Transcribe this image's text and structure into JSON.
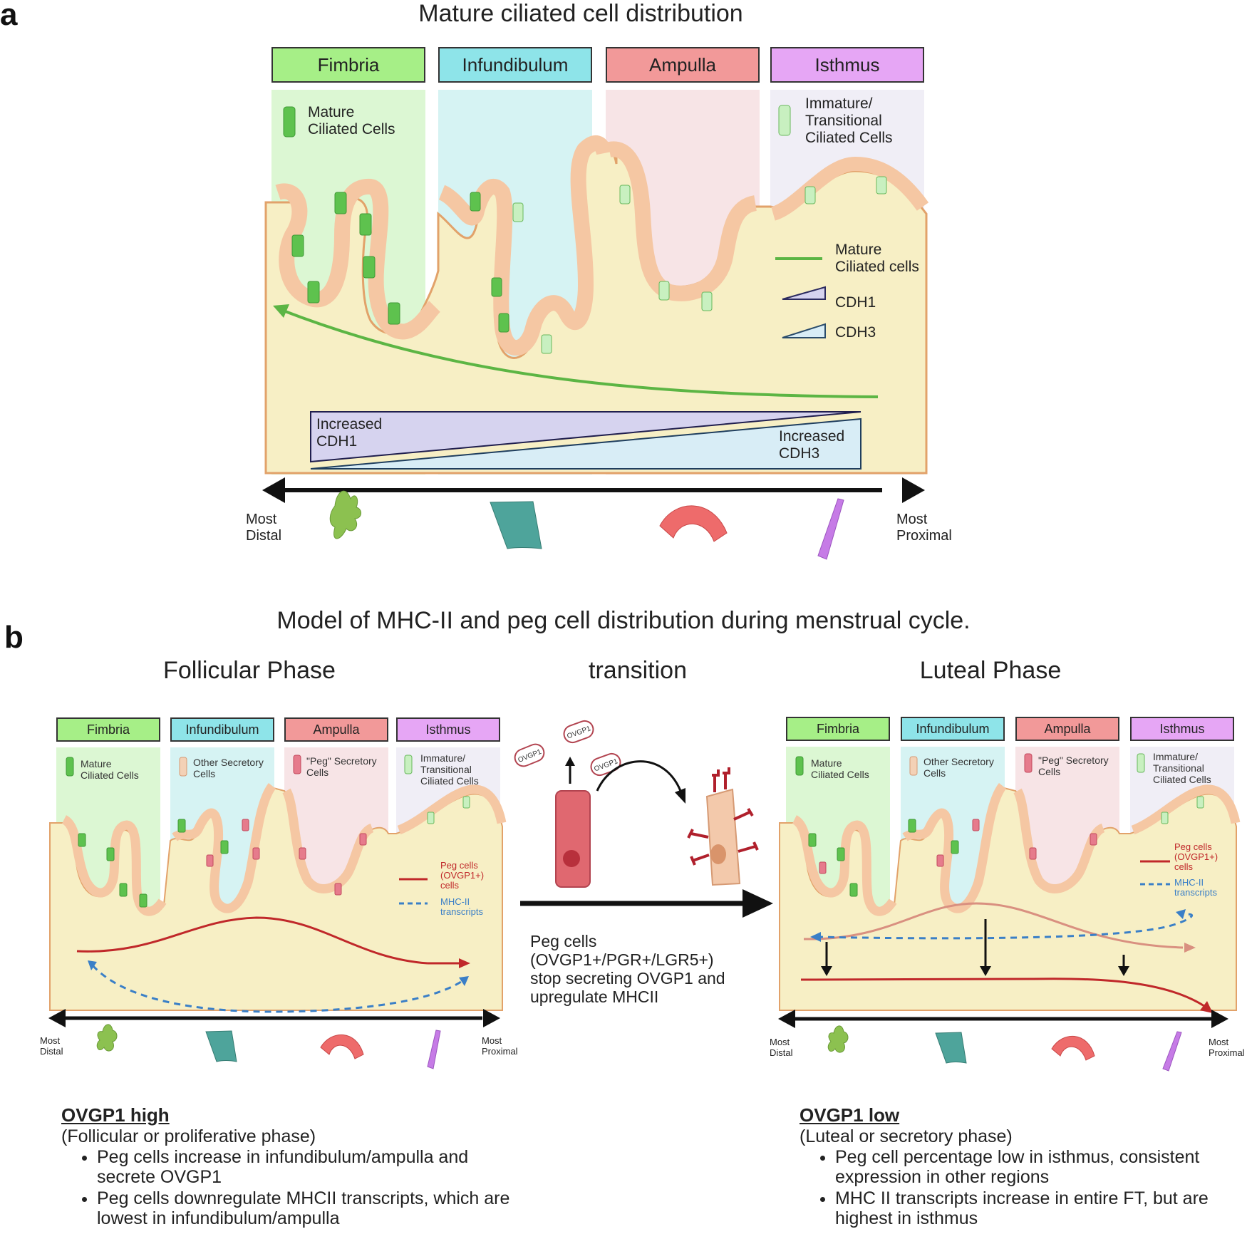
{
  "panel_a": {
    "letter": "a",
    "title": "Mature ciliated cell distribution",
    "regions": [
      "Fimbria",
      "Infundibulum",
      "Ampulla",
      "Isthmus"
    ],
    "region_colors": {
      "fimbria": "#a6ef87",
      "infundibulum": "#8ee4e9",
      "ampulla": "#f29999",
      "isthmus": "#e6a6f5"
    },
    "mature_label": "Mature\nCiliated Cells",
    "immature_label": "Immature/\nTransitional\nCiliated Cells",
    "legend": {
      "mature": "Mature\nCiliated cells",
      "cdh1": "CDH1",
      "cdh3": "CDH3"
    },
    "gradient": {
      "cdh1_label": "Increased\nCDH1",
      "cdh3_label": "Increased\nCDH3"
    },
    "axis": {
      "left": "Most\nDistal",
      "right": "Most\nProximal"
    }
  },
  "panel_b": {
    "letter": "b",
    "title": "Model of MHC-II and peg cell distribution during menstrual cycle.",
    "follicular": {
      "title": "Follicular Phase",
      "regions": [
        "Fimbria",
        "Infundibulum",
        "Ampulla",
        "Isthmus"
      ],
      "mature_label": "Mature\nCiliated Cells",
      "secretory_label": "Other Secretory\nCells",
      "peg_label": "\"Peg\" Secretory\nCells",
      "immature_label": "Immature/\nTransitional\nCiliated Cells",
      "legend_peg": "Peg cells\n(OVGP1+)\ncells",
      "legend_mhc": "MHC-II\ntranscripts",
      "axis": {
        "left": "Most\nDistal",
        "right": "Most\nProximal"
      }
    },
    "transition": {
      "title": "transition",
      "ovgp1_labels": [
        "OVGP1",
        "OVGP1",
        "OVGP1"
      ],
      "note": "Peg cells\n(OVGP1+/PGR+/LGR5+)\nstop secreting OVGP1 and\nupregulate MHCII"
    },
    "luteal": {
      "title": "Luteal Phase",
      "regions": [
        "Fimbria",
        "Infundibulum",
        "Ampulla",
        "Isthmus"
      ],
      "mature_label": "Mature\nCiliated Cells",
      "secretory_label": "Other Secretory\nCells",
      "peg_label": "\"Peg\" Secretory\nCells",
      "immature_label": "Immature/\nTransitional\nCiliated Cells",
      "legend_peg": "Peg cells\n(OVGP1+)\ncells",
      "legend_mhc": "MHC-II\ntranscripts",
      "axis": {
        "left": "Most\nDistal",
        "right": "Most\nProximal"
      }
    },
    "summary_high": {
      "title": "OVGP1 high",
      "subtitle": "(Follicular or proliferative phase)",
      "bullets": [
        "Peg cells increase in infundibulum/ampulla and secrete OVGP1",
        "Peg cells downregulate MHCII transcripts, which are lowest in infundibulum/ampulla"
      ]
    },
    "summary_low": {
      "title": "OVGP1 low",
      "subtitle": "(Luteal or secretory phase)",
      "bullets": [
        "Peg cell percentage low in isthmus, consistent expression in other regions",
        "MHC II transcripts increase in entire FT, but are highest in isthmus"
      ]
    }
  }
}
